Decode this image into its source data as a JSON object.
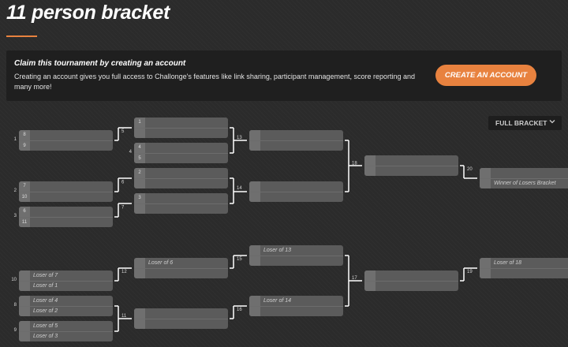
{
  "page": {
    "title": "11 person bracket"
  },
  "claim": {
    "heading": "Claim this tournament by creating an account",
    "text": "Creating an account gives you full access to Challonge's features like link sharing, participant management, score reporting and many more!",
    "button_label": "CREATE AN ACCOUNT"
  },
  "view_selector": {
    "label": "FULL BRACKET"
  },
  "colors": {
    "accent": "#e8823f",
    "background": "#2b2b2b",
    "banner": "#1f1f1f",
    "match": "#5b5b5b",
    "connector": "#ffffff"
  },
  "bracket": {
    "matches": [
      {
        "id": "m1",
        "number": "1",
        "top": {
          "seed": "8",
          "name": ""
        },
        "bottom": {
          "seed": "9",
          "name": ""
        }
      },
      {
        "id": "m2",
        "number": "2",
        "top": {
          "seed": "7",
          "name": ""
        },
        "bottom": {
          "seed": "10",
          "name": ""
        }
      },
      {
        "id": "m3",
        "number": "3",
        "top": {
          "seed": "6",
          "name": ""
        },
        "bottom": {
          "seed": "11",
          "name": ""
        }
      },
      {
        "id": "m5",
        "number": "",
        "top": {
          "seed": "1",
          "name": ""
        },
        "bottom": {
          "seed": "",
          "name": ""
        }
      },
      {
        "id": "m4",
        "number": "4",
        "top": {
          "seed": "4",
          "name": ""
        },
        "bottom": {
          "seed": "5",
          "name": ""
        }
      },
      {
        "id": "m6",
        "number": "",
        "top": {
          "seed": "2",
          "name": ""
        },
        "bottom": {
          "seed": "",
          "name": ""
        }
      },
      {
        "id": "m7",
        "number": "",
        "top": {
          "seed": "3",
          "name": ""
        },
        "bottom": {
          "seed": "",
          "name": ""
        }
      },
      {
        "id": "m13",
        "number": "",
        "top": {
          "seed": "",
          "name": ""
        },
        "bottom": {
          "seed": "",
          "name": ""
        }
      },
      {
        "id": "m14",
        "number": "",
        "top": {
          "seed": "",
          "name": ""
        },
        "bottom": {
          "seed": "",
          "name": ""
        }
      },
      {
        "id": "m18",
        "number": "",
        "top": {
          "seed": "",
          "name": ""
        },
        "bottom": {
          "seed": "",
          "name": ""
        }
      },
      {
        "id": "m20",
        "number": "",
        "top": {
          "seed": "",
          "name": ""
        },
        "bottom": {
          "seed": "",
          "name": "Winner of Losers Bracket"
        }
      },
      {
        "id": "m10",
        "number": "10",
        "top": {
          "seed": "",
          "name": "Loser of 7"
        },
        "bottom": {
          "seed": "",
          "name": "Loser of 1"
        }
      },
      {
        "id": "m8",
        "number": "8",
        "top": {
          "seed": "",
          "name": "Loser of 4"
        },
        "bottom": {
          "seed": "",
          "name": "Loser of 2"
        }
      },
      {
        "id": "m9",
        "number": "9",
        "top": {
          "seed": "",
          "name": "Loser of 5"
        },
        "bottom": {
          "seed": "",
          "name": "Loser of 3"
        }
      },
      {
        "id": "m12",
        "number": "",
        "top": {
          "seed": "",
          "name": "Loser of 6"
        },
        "bottom": {
          "seed": "",
          "name": ""
        }
      },
      {
        "id": "m11",
        "number": "",
        "top": {
          "seed": "",
          "name": ""
        },
        "bottom": {
          "seed": "",
          "name": ""
        }
      },
      {
        "id": "m15",
        "number": "",
        "top": {
          "seed": "",
          "name": "Loser of 13"
        },
        "bottom": {
          "seed": "",
          "name": ""
        }
      },
      {
        "id": "m16",
        "number": "",
        "top": {
          "seed": "",
          "name": "Loser of 14"
        },
        "bottom": {
          "seed": "",
          "name": ""
        }
      },
      {
        "id": "m17",
        "number": "",
        "top": {
          "seed": "",
          "name": ""
        },
        "bottom": {
          "seed": "",
          "name": ""
        }
      },
      {
        "id": "m19",
        "number": "",
        "top": {
          "seed": "",
          "name": "Loser of 18"
        },
        "bottom": {
          "seed": "",
          "name": ""
        }
      }
    ],
    "connector_labels": [
      {
        "id": "c5",
        "text": "5"
      },
      {
        "id": "c6",
        "text": "6"
      },
      {
        "id": "c7",
        "text": "7"
      },
      {
        "id": "c13",
        "text": "13"
      },
      {
        "id": "c14",
        "text": "14"
      },
      {
        "id": "c18",
        "text": "18"
      },
      {
        "id": "c20",
        "text": "20"
      },
      {
        "id": "c12",
        "text": "12"
      },
      {
        "id": "c11",
        "text": "11"
      },
      {
        "id": "c15",
        "text": "15"
      },
      {
        "id": "c16",
        "text": "16"
      },
      {
        "id": "c17",
        "text": "17"
      },
      {
        "id": "c19",
        "text": "19"
      }
    ]
  }
}
